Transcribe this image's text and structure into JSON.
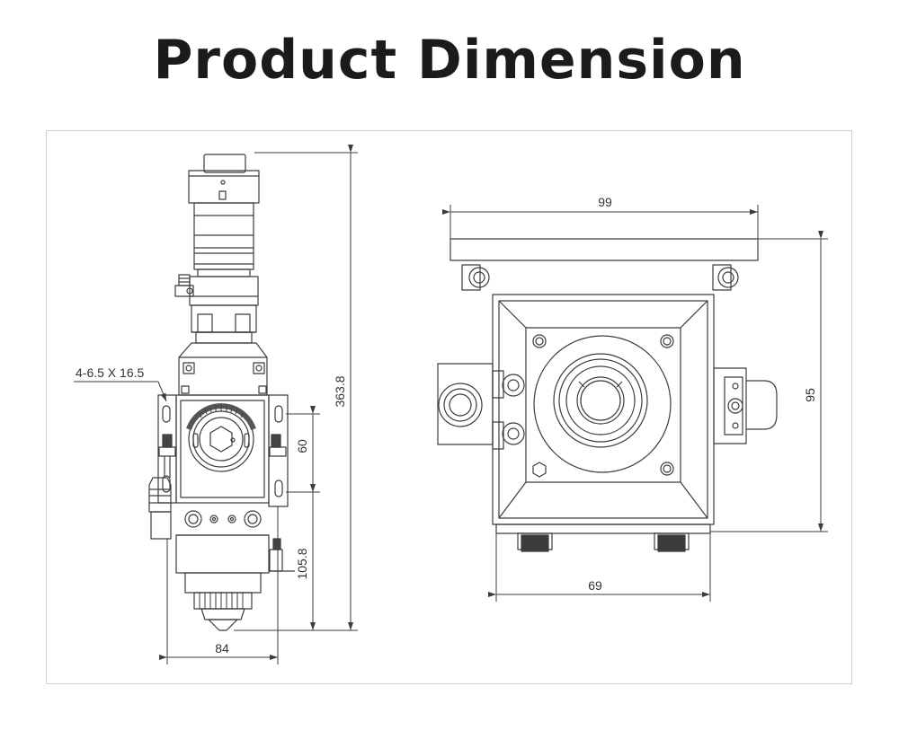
{
  "title": "Product Dimension",
  "dimensions": {
    "front_height": "363.8",
    "front_width": "84",
    "slot_spacing": "60",
    "lower_height": "105.8",
    "hole_spec": "4-6.5 X 16.5",
    "top_width": "99",
    "side_height": "95",
    "bottom_width": "69"
  },
  "colors": {
    "line": "#3c3c3c",
    "frame": "#cfcfcf",
    "title": "#1b1b1b"
  }
}
